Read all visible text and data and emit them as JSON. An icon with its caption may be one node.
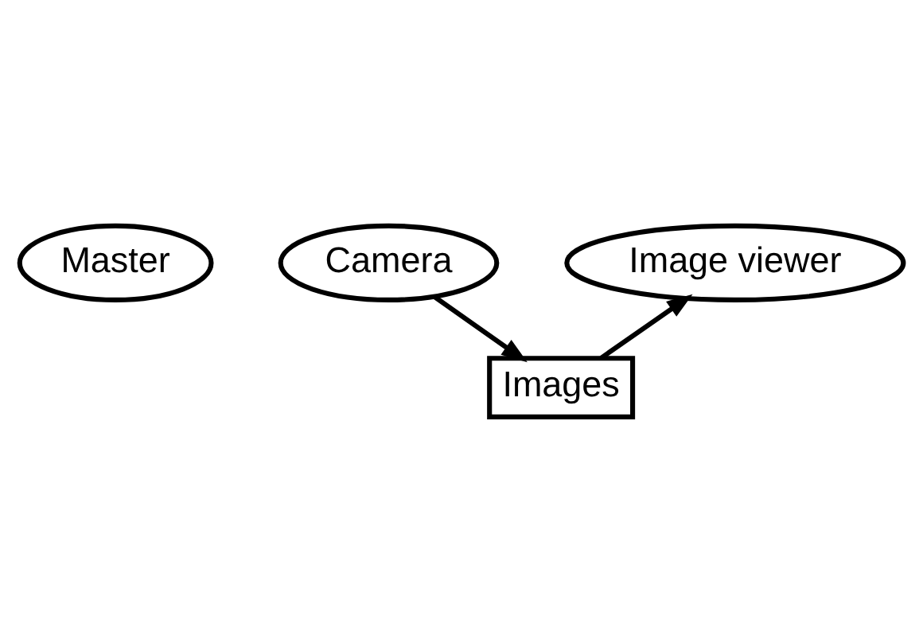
{
  "diagram": {
    "nodes": [
      {
        "text": [
          "Master"
        ]
      },
      {
        "text": [
          "Camera"
        ]
      },
      {
        "text": [
          "Image viewer"
        ]
      },
      {
        "text": [
          "Images"
        ]
      }
    ],
    "edges": [
      {
        "from": 1,
        "to": 3,
        "arrow": "to"
      },
      {
        "from": 3,
        "to": 2,
        "arrow": "to"
      }
    ]
  }
}
